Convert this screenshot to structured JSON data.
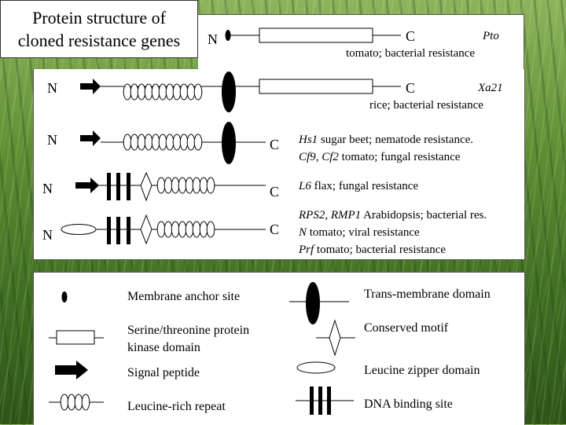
{
  "title": {
    "line1": "Protein structure of",
    "line2": "cloned resistance genes"
  },
  "rows": [
    {
      "n": "N",
      "c": "C",
      "gene": "Pto",
      "desc": "tomato; bacterial resistance"
    },
    {
      "n": "N",
      "c": "C",
      "gene": "Xa21",
      "desc": "rice; bacterial resistance"
    },
    {
      "n": "N",
      "c": "C",
      "gene1": "Hs1",
      "desc1": " sugar beet; nematode resistance.",
      "gene2a": "Cf9",
      "sep": ", ",
      "gene2b": "Cf2",
      "desc2": " tomato; fungal resistance"
    },
    {
      "n": "N",
      "c": "C",
      "gene": "L6",
      "desc": " flax; fungal resistance"
    },
    {
      "n": "N",
      "c": "C",
      "gene1a": "RPS2",
      "sep": ", ",
      "gene1b": "RMP1",
      "desc1": " Arabidopsis; bacterial res.",
      "gene2": "N",
      "desc2": " tomato; viral resistance",
      "gene3": "Prf",
      "desc3": " tomato; bacterial resistance"
    }
  ],
  "legend": {
    "membrane_anchor": "Membrane anchor site",
    "trans_membrane": "Trans-membrane domain",
    "kinase_line1": "Serine/threonine protein",
    "kinase_line2": "kinase domain",
    "conserved_motif": "Conserved motif",
    "signal_peptide": "Signal peptide",
    "leucine_zipper": "Leucine zipper domain",
    "lrr": "Leucine-rich repeat",
    "dna_binding": "DNA binding site"
  }
}
